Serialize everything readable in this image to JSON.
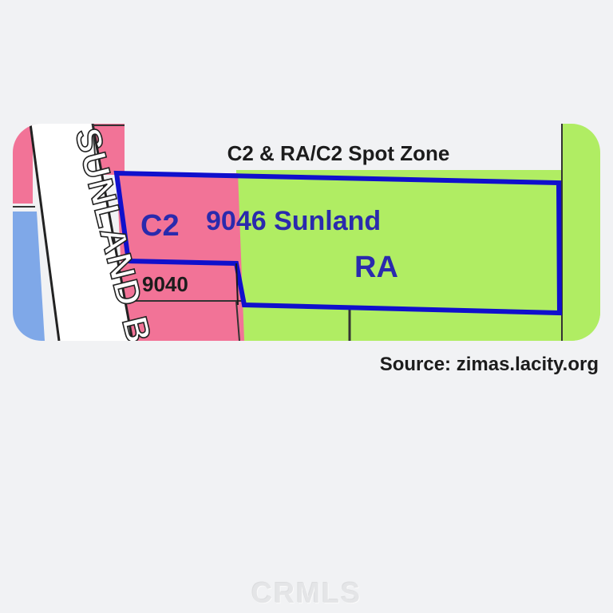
{
  "map": {
    "title": "C2 & RA/C2 Spot Zone",
    "street_label": "SUNLAND BLV",
    "parcel_label": "9046 Sunland",
    "zone_c2": "C2",
    "zone_ra": "RA",
    "lot_number": "9040",
    "colors": {
      "commercial": "#f27397",
      "residential": "#b0ed63",
      "water": "#7fa8e8",
      "outline": "#1010cc",
      "street": "#ffffff"
    }
  },
  "source": "Source: zimas.lacity.org",
  "watermark": "CRMLS"
}
